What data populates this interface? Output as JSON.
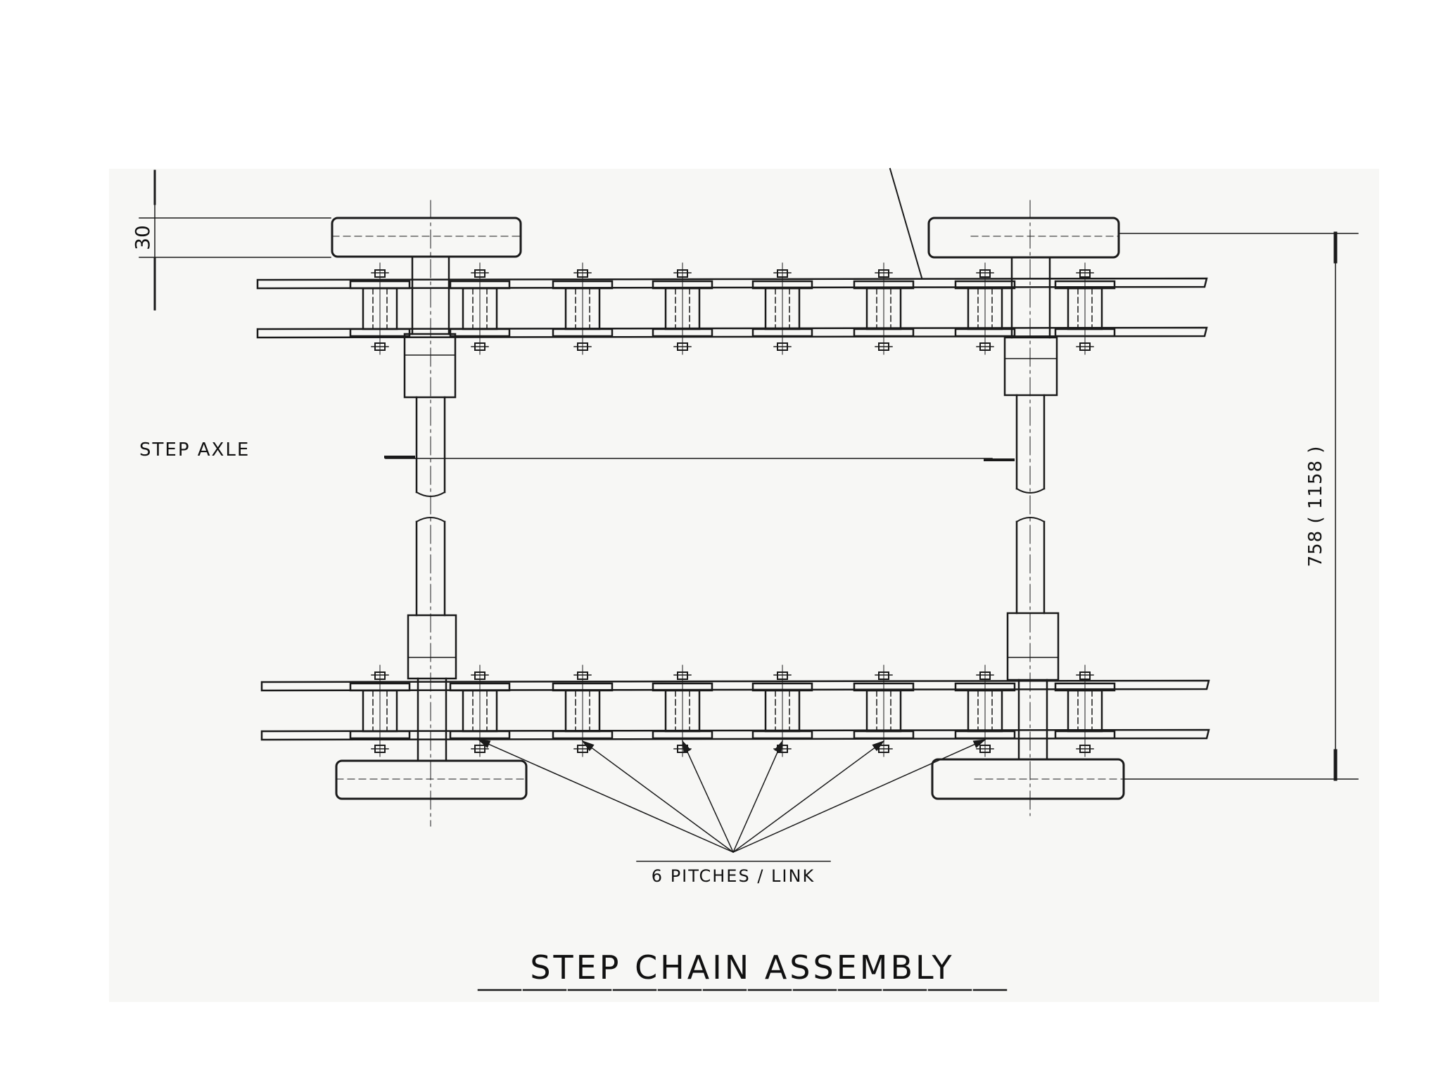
{
  "drawing": {
    "title": "STEP CHAIN ASSEMBLY",
    "labels": {
      "step_axle": "STEP AXLE",
      "pitches": "6 PITCHES / LINK"
    },
    "dimensions": {
      "step_thickness": "30",
      "overall_length": "758 ( 1158 )"
    }
  },
  "colors": {
    "paper": "#f7f7f5",
    "ink": "#1a1a1a"
  }
}
